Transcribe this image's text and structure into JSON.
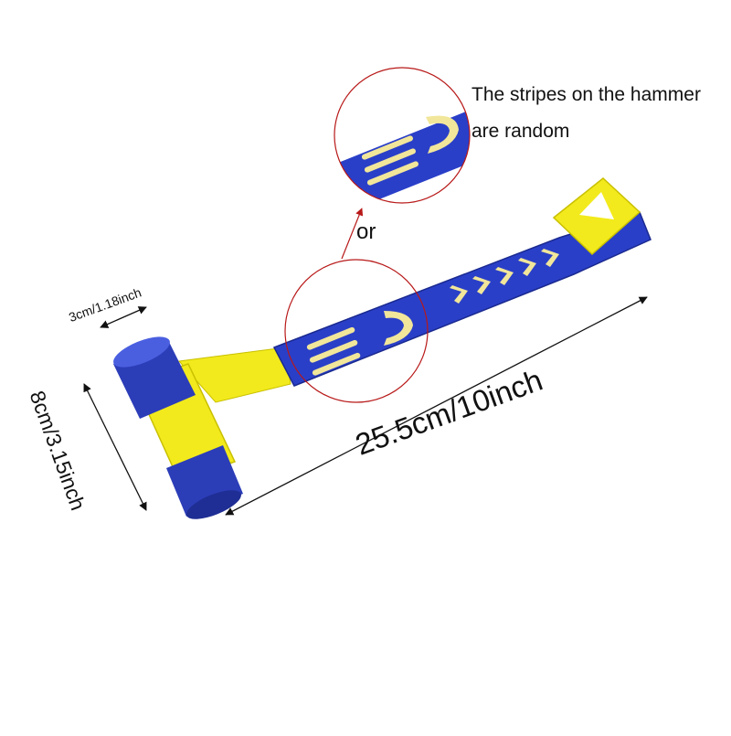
{
  "annotations": {
    "stripes_note_line1": "The stripes on the hammer",
    "stripes_note_line2": "are random",
    "or_label": "or",
    "length_label": "25.5cm/10inch",
    "width_label": "8cm/3.15inch",
    "face_label": "3cm/1.18inch"
  },
  "colors": {
    "handle_blue": "#2a3fc8",
    "head_yellow": "#f2ea1c",
    "grip_chevron": "#f1e69a",
    "callout_circle": "#b81818",
    "dimension_line": "#111111"
  }
}
